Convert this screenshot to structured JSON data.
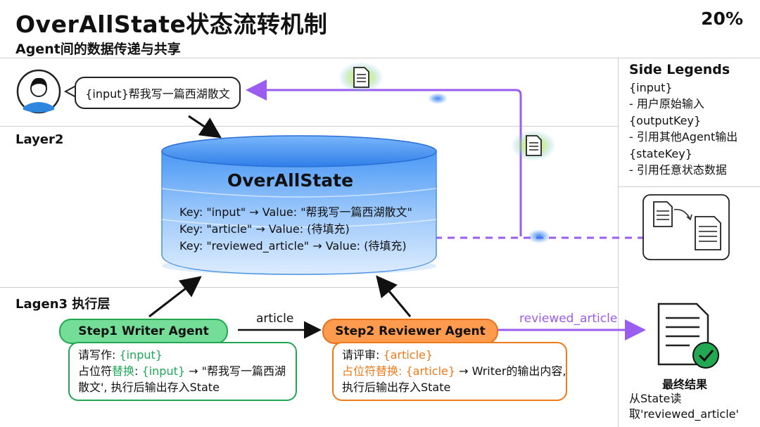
{
  "header": {
    "title": "OverAllState状态流转机制",
    "subtitle": "Agent间的数据传递与共享",
    "progress": "20%"
  },
  "user": {
    "prompt": "{input}帮我写一篇西湖散文"
  },
  "layers": {
    "layer2": "Layer2",
    "layer3": "Lagen3 执行层"
  },
  "state_db": {
    "title": "OverAllState",
    "entries": [
      "Key: \"input\" → Value: \"帮我写一篇西湖散文\"",
      "Key: \"article\" → Value: (待填充)",
      "Key: \"reviewed_article\" → Value: (待填充)"
    ]
  },
  "agents": {
    "writer": {
      "label": "Step1 Writer Agent",
      "line1_prefix": "请写作: ",
      "line1_key": "{input}",
      "line2_prefix": "占位符",
      "line2_highlight": "替换",
      "line2_sep": ": ",
      "line2_key": "{input}",
      "line2_rest": " → \"帮我写一篇西湖",
      "line3": "散文', 执行后输出存入State"
    },
    "reviewer": {
      "label": "Step2 Reviewer Agent",
      "line1_prefix": "请评审: ",
      "line1_key": "{article}",
      "line2_prefix": "占位符替换: ",
      "line2_key": "{article}",
      "line2_rest": " → Writer的输出内容,",
      "line3": "执行后输出存入State"
    }
  },
  "flows": {
    "writer_to_reviewer": "article",
    "reviewer_output": "reviewed_article"
  },
  "legend": {
    "title": "Side Legends",
    "lines": [
      "{input}",
      "- 用户原始输入",
      "{outputKey}",
      "- 引用其他Agent输出",
      "{stateKey}",
      "- 引用任意状态数据"
    ]
  },
  "final": {
    "title": "最终结果",
    "desc": "从State读取'reviewed_article'"
  },
  "colors": {
    "green": "#1ea858",
    "orange": "#ef7a1a",
    "purple": "#9b5cf0",
    "db_blue": "#3a8cf0"
  }
}
